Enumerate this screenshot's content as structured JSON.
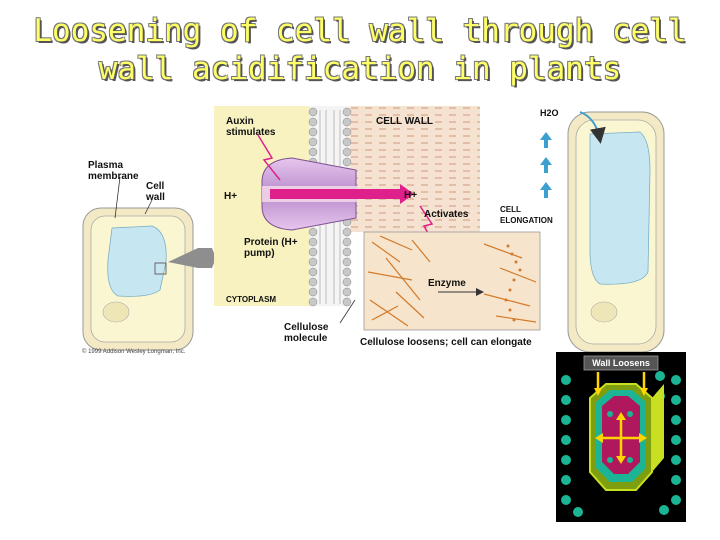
{
  "title": {
    "line1": "Loosening of cell wall through cell",
    "line2": "wall acidification in plants"
  },
  "left_labels": {
    "plasma_membrane": "Plasma membrane",
    "cell_wall": "Cell wall",
    "copyright": "© 1999 Addison Wesley Longman, Inc."
  },
  "detail": {
    "auxin": "Auxin stimulates",
    "cell_wall_heading": "CELL WALL",
    "h_plus_left": "H+",
    "h_plus_right": "H+",
    "activates": "Activates",
    "protein": "Protein (H+ pump)",
    "cytoplasm": "CYTOPLASM",
    "enzyme": "Enzyme",
    "cellulose_molecule": "Cellulose molecule",
    "cellulose_loosens": "Cellulose loosens; cell can elongate"
  },
  "right_labels": {
    "water": "H2O",
    "cell_elongation": "CELL ELONGATION"
  },
  "inset": {
    "heading": "Wall Loosens"
  },
  "colors": {
    "title_fill": "#ffff66",
    "wall_tan": "#f3e9c4",
    "cytoplasm": "#f7f2c0",
    "vacuole": "#c6e6f2",
    "pump": "#c79ad6",
    "arrow_magenta": "#e0208a",
    "water_arrow": "#3b9fd0",
    "inset_bg": "#000000",
    "inset_green": "#1bb596"
  }
}
